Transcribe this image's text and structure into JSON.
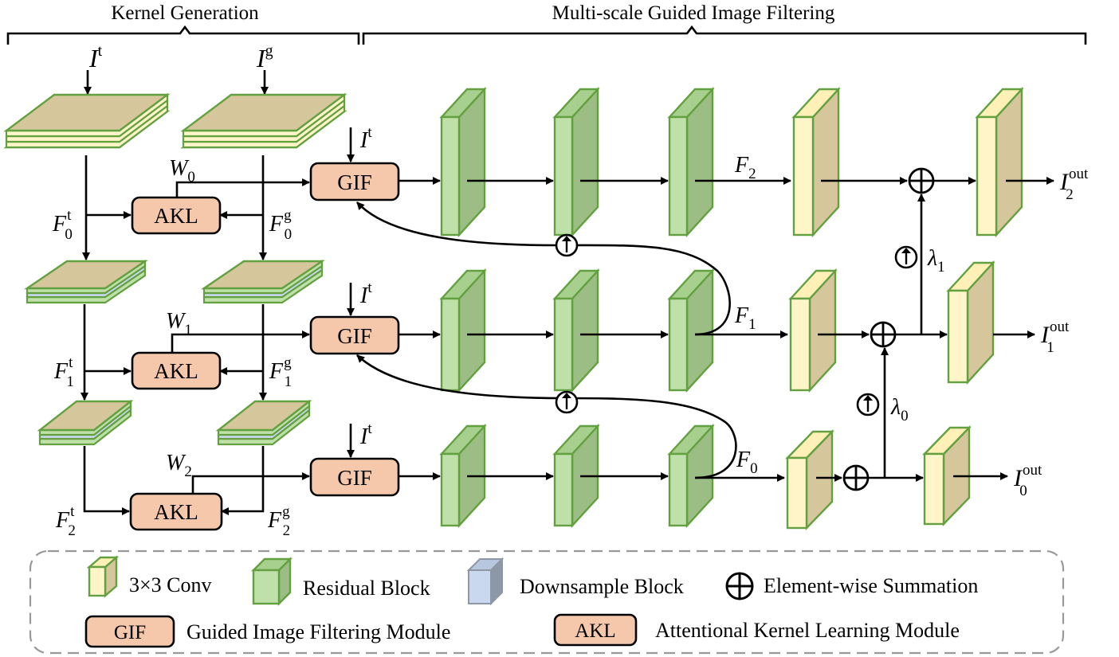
{
  "headers": {
    "kernel_generation": "Kernel Generation",
    "multiscale": "Multi-scale Guided Image Filtering"
  },
  "inputs": {
    "target": {
      "base": "I",
      "sup": "t"
    },
    "guidance": {
      "base": "I",
      "sup": "g"
    }
  },
  "modules": {
    "gif": "GIF",
    "akl": "AKL"
  },
  "features": {
    "ft0": {
      "base": "F",
      "sub": "0",
      "sup": "t"
    },
    "fg0": {
      "base": "F",
      "sub": "0",
      "sup": "g"
    },
    "ft1": {
      "base": "F",
      "sub": "1",
      "sup": "t"
    },
    "fg1": {
      "base": "F",
      "sub": "1",
      "sup": "g"
    },
    "ft2": {
      "base": "F",
      "sub": "2",
      "sup": "t"
    },
    "fg2": {
      "base": "F",
      "sub": "2",
      "sup": "g"
    },
    "w0": {
      "base": "W",
      "sub": "0"
    },
    "w1": {
      "base": "W",
      "sub": "1"
    },
    "w2": {
      "base": "W",
      "sub": "2"
    },
    "F2": {
      "base": "F",
      "sub": "2"
    },
    "F1": {
      "base": "F",
      "sub": "1"
    },
    "F0": {
      "base": "F",
      "sub": "0"
    },
    "lambda1": {
      "base": "λ",
      "sub": "1"
    },
    "lambda0": {
      "base": "λ",
      "sub": "0"
    }
  },
  "outputs": {
    "out2": {
      "base": "I",
      "sub": "2",
      "sup": "out"
    },
    "out1": {
      "base": "I",
      "sub": "1",
      "sup": "out"
    },
    "out0": {
      "base": "I",
      "sub": "0",
      "sup": "out"
    }
  },
  "legend": {
    "conv": "3×3 Conv",
    "residual": "Residual Block",
    "downsample": "Downsample Block",
    "summation": "Element-wise Summation",
    "gif_label": "GIF",
    "gif_text": "Guided Image Filtering Module",
    "akl_label": "AKL",
    "akl_text": "Attentional Kernel Learning Module"
  },
  "colors": {
    "residual_block": "#bfe0a8",
    "conv_block": "#fff5c9",
    "downsample_block": "#c9d8ef",
    "module_fill": "#f5c7ab",
    "edge_green": "#63a040"
  }
}
